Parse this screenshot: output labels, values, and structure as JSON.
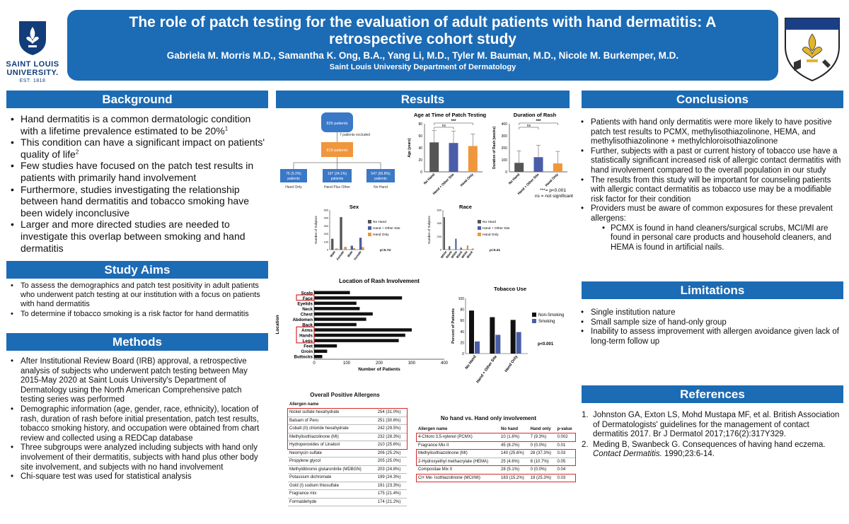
{
  "header": {
    "title": "The role of patch testing for the evaluation of adult patients with hand dermatitis: A retrospective cohort study",
    "authors": "Gabriela M. Morris M.D., Samantha K. Ong, B.A., Yang Li, M.D., Tyler M. Bauman, M.D., Nicole M. Burkemper, M.D.",
    "department": "Saint Louis University Department of Dermatology",
    "logo_name": "SAINT LOUIS UNIVERSITY.",
    "logo_est": "EST. 1818"
  },
  "colors": {
    "banner": "#1c6bb5",
    "no_hand": "#555555",
    "hand_other": "#4a5da8",
    "hand_only": "#f0963c",
    "highlight": "#d62b2b"
  },
  "sections": {
    "background": "Background",
    "aims": "Study Aims",
    "methods": "Methods",
    "results": "Results",
    "conclusions": "Conclusions",
    "limitations": "Limitations",
    "references": "References"
  },
  "background_items": [
    "Hand dermatitis is a common dermatologic condition with a lifetime prevalence estimated to be 20%",
    "This condition can have a significant impact on patients' quality of life",
    "Few studies have focused on the patch test results in patients with primarily hand involvement",
    "Furthermore, studies investigating the relationship between hand dermatitis and tobacco smoking have been widely inconclusive",
    "Larger and more directed studies are needed to investigate this overlap between smoking and hand dermatitis"
  ],
  "background_refs": [
    "1",
    "2"
  ],
  "aims_items": [
    "To assess the demographics and patch test positivity in adult patients who underwent patch testing at our institution with a focus on patients with hand dermatitis",
    "To determine if tobacco smoking is a risk factor for hand dermatitis"
  ],
  "methods_items": [
    "After Institutional Review Board (IRB) approval, a retrospective analysis of subjects who underwent patch testing between May 2015-May 2020 at Saint Louis University's Department of Dermatology using the North American Comprehensive patch testing series was performed",
    "Demographic information (age, gender, race, ethnicity), location of rash, duration of rash before initial presentation, patch test results, tobacco smoking history, and occupation were obtained from chart review and collected using a REDCap database",
    "Three subgroups were analyzed including subjects with hand only involvement of their dermatitis, subjects with hand plus other body site involvement, and subjects with no hand involvement",
    "Chi-square test was used for statistical analysis"
  ],
  "conclusions_items": [
    "Patients with hand only dermatitis were more likely to have positive patch test results to PCMX, methylisothiazolinone, HEMA, and methylisothiazolinone + methylchloroisothiazolinone",
    "Further, subjects with a past or current history of tobacco use have a statistically significant increased risk of allergic contact dermatitis with hand involvement compared to the overall population in our study",
    "The results from this study will be important for counseling patients with allergic contact dermatitis as tobacco use may be a modifiable risk factor for their condition",
    "Providers must be aware of common exposures for these prevalent allergens:"
  ],
  "conclusions_sub": "PCMX is found in hand cleaners/surgical scrubs, MCI/MI are found in personal care products and household cleaners, and HEMA is found in artificial nails.",
  "limitations_items": [
    "Single institution nature",
    "Small sample size of hand-only group",
    "Inability to assess improvement with allergen avoidance given lack of long-term follow up"
  ],
  "references_items": [
    {
      "num": "1.",
      "text": "Johnston GA, Exton LS, Mohd Mustapa MF, et al. British Association of Dermatologists' guidelines for the management of contact dermatitis 2017. Br J Dermatol 2017;176(2):317Y329.",
      "ital": ""
    },
    {
      "num": "2.",
      "text": "Meding B, Swanbeck G. Consequences of having hand eczema. ",
      "ital": "Contact Dermatitis.",
      "tail": " 1990;23:6-14."
    }
  ],
  "flowchart": {
    "total": "826 patients",
    "excluded": "7 patients excluded",
    "middle": "819 patients",
    "groups": [
      {
        "count": "75 (9.2%)",
        "unit": "patients",
        "label": "Hand Only"
      },
      {
        "count": "197 (24.1%)",
        "unit": "patients",
        "label": "Hand Plus Other"
      },
      {
        "count": "547 (66.8%)",
        "unit": "patients",
        "label": "No Hand"
      }
    ]
  },
  "chart_data": [
    {
      "type": "bar",
      "title": "Age at Time of Patch Testing",
      "ylabel": "Age (years)",
      "categories": [
        "No Hand",
        "Hand + Other Site",
        "Hand Only"
      ],
      "values": [
        49,
        48,
        43
      ],
      "ylim": [
        0,
        80
      ],
      "yticks": [
        0,
        20,
        40,
        60,
        80
      ],
      "annotations": [
        "ns",
        "***"
      ]
    },
    {
      "type": "bar",
      "title": "Duration of Rash",
      "ylabel": "Duration of Rash (weeks)",
      "categories": [
        "No Hand",
        "Hand + Other Site",
        "Hand Only"
      ],
      "values": [
        75,
        122,
        70
      ],
      "ylim": [
        0,
        400
      ],
      "yticks": [
        0,
        100,
        200,
        300,
        400
      ],
      "annotations": [
        "ns",
        "***"
      ],
      "note": [
        "***= p<0.001",
        "ns = not significant"
      ]
    },
    {
      "type": "bar",
      "title": "Sex",
      "ylabel": "Number of Subjects",
      "categories": [
        "Male",
        "Female",
        "Male",
        "Female"
      ],
      "series": [
        {
          "name": "No Hand",
          "values": [
            135,
            410,
            0,
            0
          ]
        },
        {
          "name": "Hand + Other Site",
          "values": [
            0,
            0,
            48,
            148
          ]
        },
        {
          "name": "Hand Only",
          "values": [
            12,
            32,
            15,
            28
          ]
        }
      ],
      "ylim": [
        0,
        500
      ],
      "yticks": [
        0,
        100,
        200,
        300,
        400,
        500
      ],
      "pvalue": "p=0.74"
    },
    {
      "type": "bar",
      "title": "Race",
      "ylabel": "Number of Subjects",
      "categories": [
        "White",
        "Black",
        "White",
        "Black",
        "White",
        "Black"
      ],
      "series": [
        {
          "name": "No Hand",
          "values": [
            490,
            50,
            0,
            0,
            0,
            0
          ]
        },
        {
          "name": "Hand + Other Site",
          "values": [
            0,
            0,
            165,
            30,
            0,
            0
          ]
        },
        {
          "name": "Hand Only",
          "values": [
            0,
            0,
            0,
            0,
            60,
            14
          ]
        }
      ],
      "ylim": [
        0,
        600
      ],
      "yticks": [
        0,
        200,
        400,
        600
      ],
      "pvalue": "p=0.21"
    },
    {
      "type": "bar",
      "title": "Location of Rash Involvement",
      "xlabel": "Number of Patients",
      "ylabel": "Location",
      "categories": [
        "Scalp",
        "Face",
        "Eyelids",
        "Neck",
        "Chest",
        "Abdomen",
        "Back",
        "Arms",
        "Hands",
        "Legs",
        "Feet",
        "Groin",
        "Buttocks"
      ],
      "values": [
        110,
        270,
        130,
        140,
        180,
        160,
        130,
        300,
        280,
        260,
        70,
        40,
        25
      ],
      "xlim": [
        0,
        400
      ],
      "xticks": [
        0,
        100,
        200,
        300,
        400
      ]
    },
    {
      "type": "bar",
      "title": "Tobacco Use",
      "ylabel": "Percent of Patients",
      "categories": [
        "No Hand",
        "Hand + Other Site",
        "Hand Only"
      ],
      "series": [
        {
          "name": "Non-Smoking",
          "values": [
            78,
            66,
            61
          ]
        },
        {
          "name": "Smoking",
          "values": [
            22,
            34,
            39
          ]
        }
      ],
      "ylim": [
        0,
        100
      ],
      "yticks": [
        0,
        20,
        40,
        60,
        80,
        100
      ],
      "pvalue": "p<0.001"
    }
  ],
  "allergens_table": {
    "title": "Overall Positive Allergens",
    "header": "Allergen name",
    "rows": [
      [
        "Nickel sulfate hexahydrate",
        "254 (31.0%)"
      ],
      [
        "Balsam of Peru",
        "251 (30.6%)"
      ],
      [
        "Cobalt (II) chloride hexahydrate",
        "242 (29.5%)"
      ],
      [
        "Methylisothiazolinone (MI)",
        "232 (28.3%)"
      ],
      [
        "Hydroperoxides of Linalool",
        "210 (25.6%)"
      ],
      [
        "Neomycin sulfate",
        "206 (25.2%)"
      ],
      [
        "Propylene glycol",
        "205 (25.0%)"
      ],
      [
        "Methyldibromo glutaronitrile (MDBGN)",
        "203 (24.8%)"
      ],
      [
        "Potassium dichromate",
        "199 (24.3%)"
      ],
      [
        "Gold (I) sodium thiosulfate",
        "191 (23.3%)"
      ],
      [
        "Fragrance mix",
        "175 (21.4%)"
      ],
      [
        "Formaldehyde",
        "174 (21.2%)"
      ]
    ]
  },
  "hand_table": {
    "title": "No hand vs. Hand only involvement",
    "header": [
      "Allergen name",
      "No hand",
      "Hand only",
      "p-value"
    ],
    "rows": [
      [
        "4-Chloro 3,5-xylenol (PCMX)",
        "10 (1.8%)",
        "7 (9.3%)",
        "0.002"
      ],
      [
        "Fragrance Mix II",
        "45 (8.2%)",
        "0 (0.0%)",
        "0.01"
      ],
      [
        "Methylisothiazolinone (MI)",
        "140 (25.6%)",
        "28 (37.3%)",
        "0.03"
      ],
      [
        "2-Hydroxyethyl methacrylate (HEMA)",
        "25 (4.6%)",
        "8 (10.7%)",
        "0.05"
      ],
      [
        "Compositae Mix II",
        "28 (5.1%)",
        "0 (0.0%)",
        "0.04"
      ],
      [
        "Cl+ Me- Isothiazolinone (MCI/MI)",
        "183 (15.2%)",
        "19 (25.3%)",
        "0.03"
      ]
    ]
  }
}
